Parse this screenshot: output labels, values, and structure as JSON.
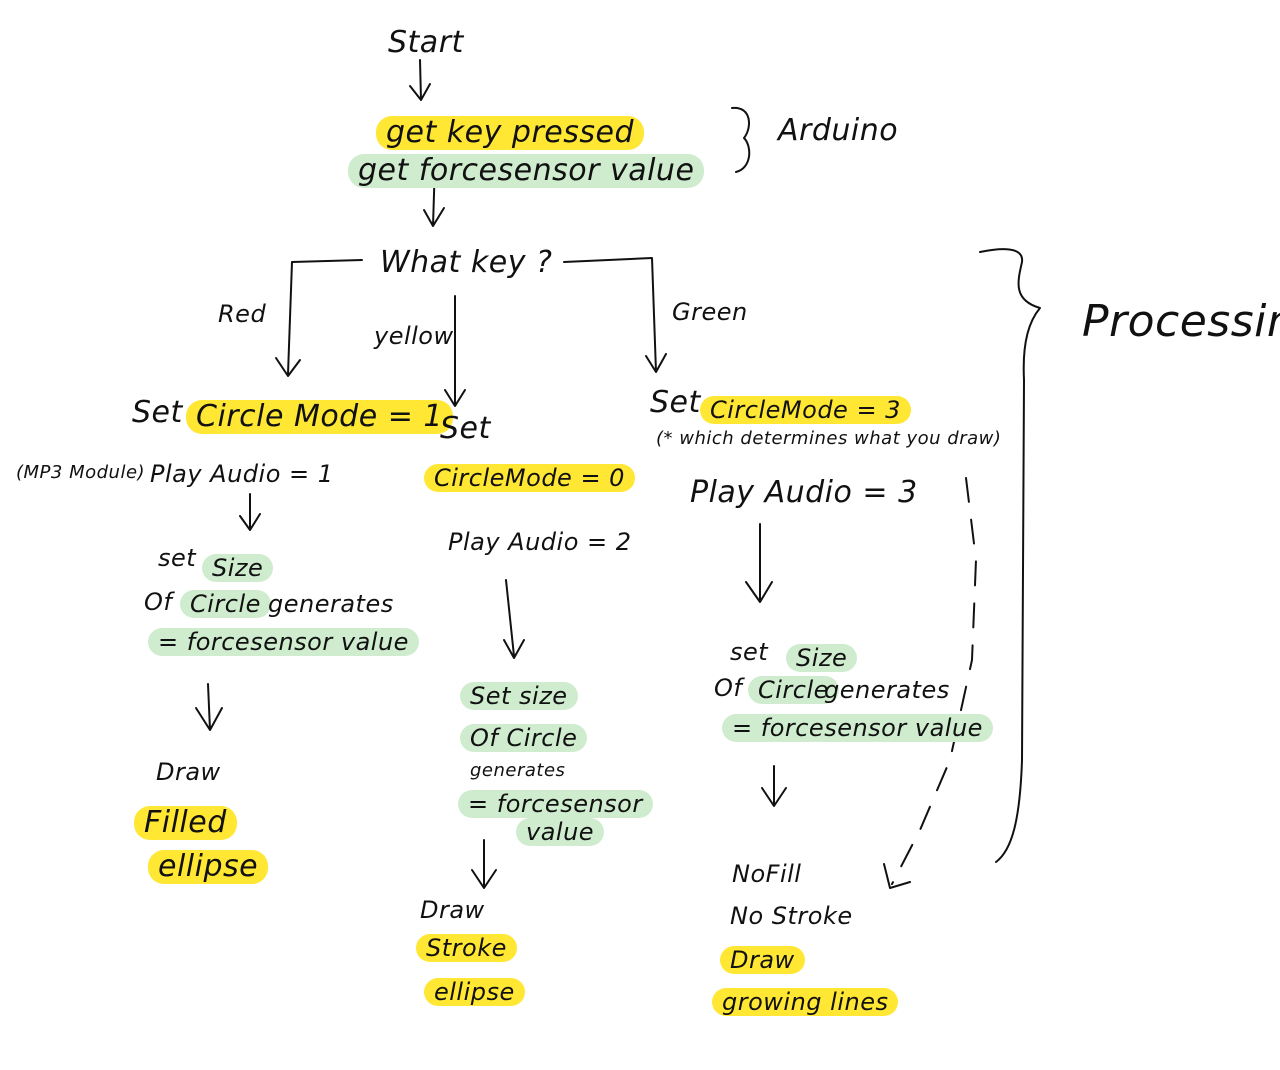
{
  "colors": {
    "yellow_highlight": "#ffe733",
    "green_highlight": "#cfeccf",
    "ink": "#111111"
  },
  "nodes": {
    "start": "Start",
    "get_key": "get key pressed",
    "get_force": "get forcesensor value",
    "arduino": "Arduino",
    "what_key": "What key ?",
    "processing": "Processing",
    "branch_red": "Red",
    "branch_yellow": "yellow",
    "branch_green": "Green",
    "red": {
      "set": "Set",
      "mode": "Circle Mode = 1",
      "mp3": "(MP3 Module)",
      "play": "Play  Audio = 1",
      "size1": "set",
      "size2": "Size",
      "size3": "Of",
      "size4": "Circle",
      "size5": "generates",
      "size6": "= forcesensor value",
      "draw": "Draw",
      "shape1": "Filled",
      "shape2": "ellipse"
    },
    "yellow": {
      "set": "Set",
      "mode": "CircleMode = 0",
      "play": "Play  Audio = 2",
      "size1": "Set size",
      "size2": "Of Circle",
      "size3": "generates",
      "size4": "= forcesensor",
      "size5": "value",
      "draw": "Draw",
      "shape1": "Stroke",
      "shape2": "ellipse"
    },
    "green": {
      "set": "Set",
      "mode": "CircleMode = 3",
      "note": "(* which determines what you draw)",
      "play": "Play  Audio = 3",
      "size1": "set",
      "size2": "Size",
      "size3": "Of",
      "size4": "Circle",
      "size5": "generates",
      "size6": "= forcesensor value",
      "nofill": "NoFill",
      "nostroke": "No Stroke",
      "draw": "Draw",
      "shape": "growing lines"
    }
  }
}
